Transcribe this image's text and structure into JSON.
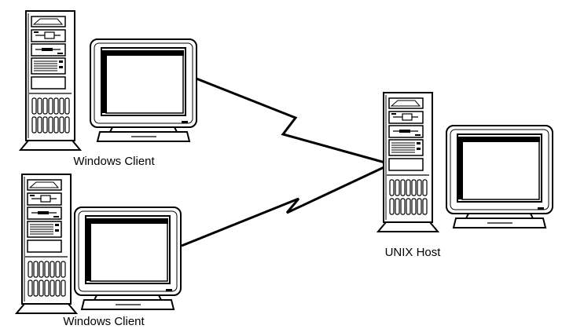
{
  "diagram": {
    "nodes": [
      {
        "id": "client-1",
        "label": "Windows Client"
      },
      {
        "id": "client-2",
        "label": "Windows Client"
      },
      {
        "id": "host",
        "label": "UNIX Host"
      }
    ],
    "links": [
      {
        "from": "client-1",
        "to": "host",
        "style": "lightning"
      },
      {
        "from": "client-2",
        "to": "host",
        "style": "lightning"
      }
    ]
  }
}
